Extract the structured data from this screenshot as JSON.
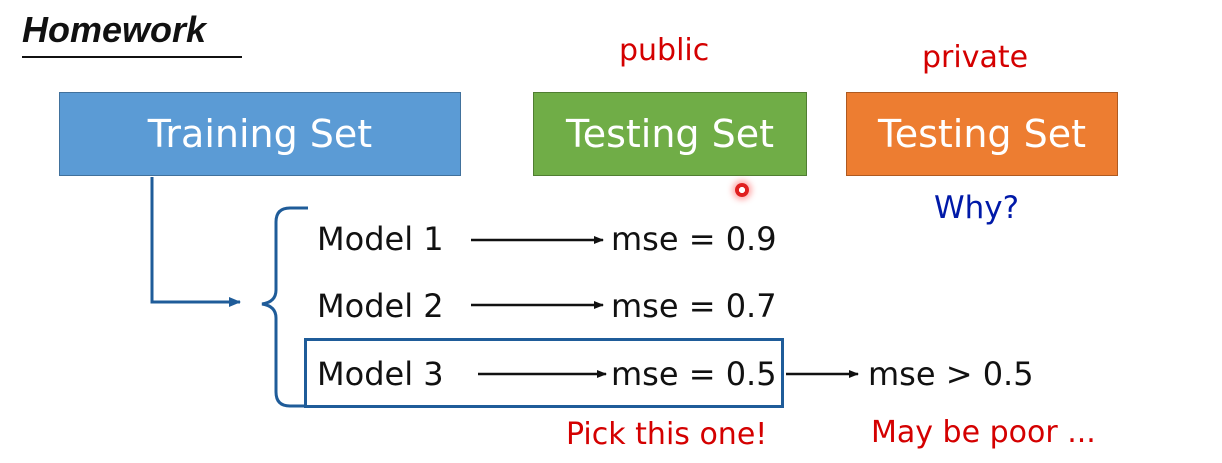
{
  "title": "Homework",
  "boxes": {
    "training": "Training Set",
    "public_testing": "Testing Set",
    "private_testing": "Testing Set"
  },
  "labels": {
    "public": "public",
    "private": "private",
    "why": "Why?",
    "pick": "Pick this one!",
    "poor": "May be poor ..."
  },
  "models": [
    {
      "name": "Model 1",
      "mse": "mse = 0.9"
    },
    {
      "name": "Model 2",
      "mse": "mse = 0.7"
    },
    {
      "name": "Model 3",
      "mse": "mse = 0.5"
    }
  ],
  "private_result": "mse > 0.5",
  "colors": {
    "training": "#5b9bd5",
    "public_testing": "#70ad47",
    "private_testing": "#ed7d31",
    "annotation_red": "#d40000",
    "why_blue": "#0019a8",
    "bracket_blue": "#1f5c99"
  }
}
